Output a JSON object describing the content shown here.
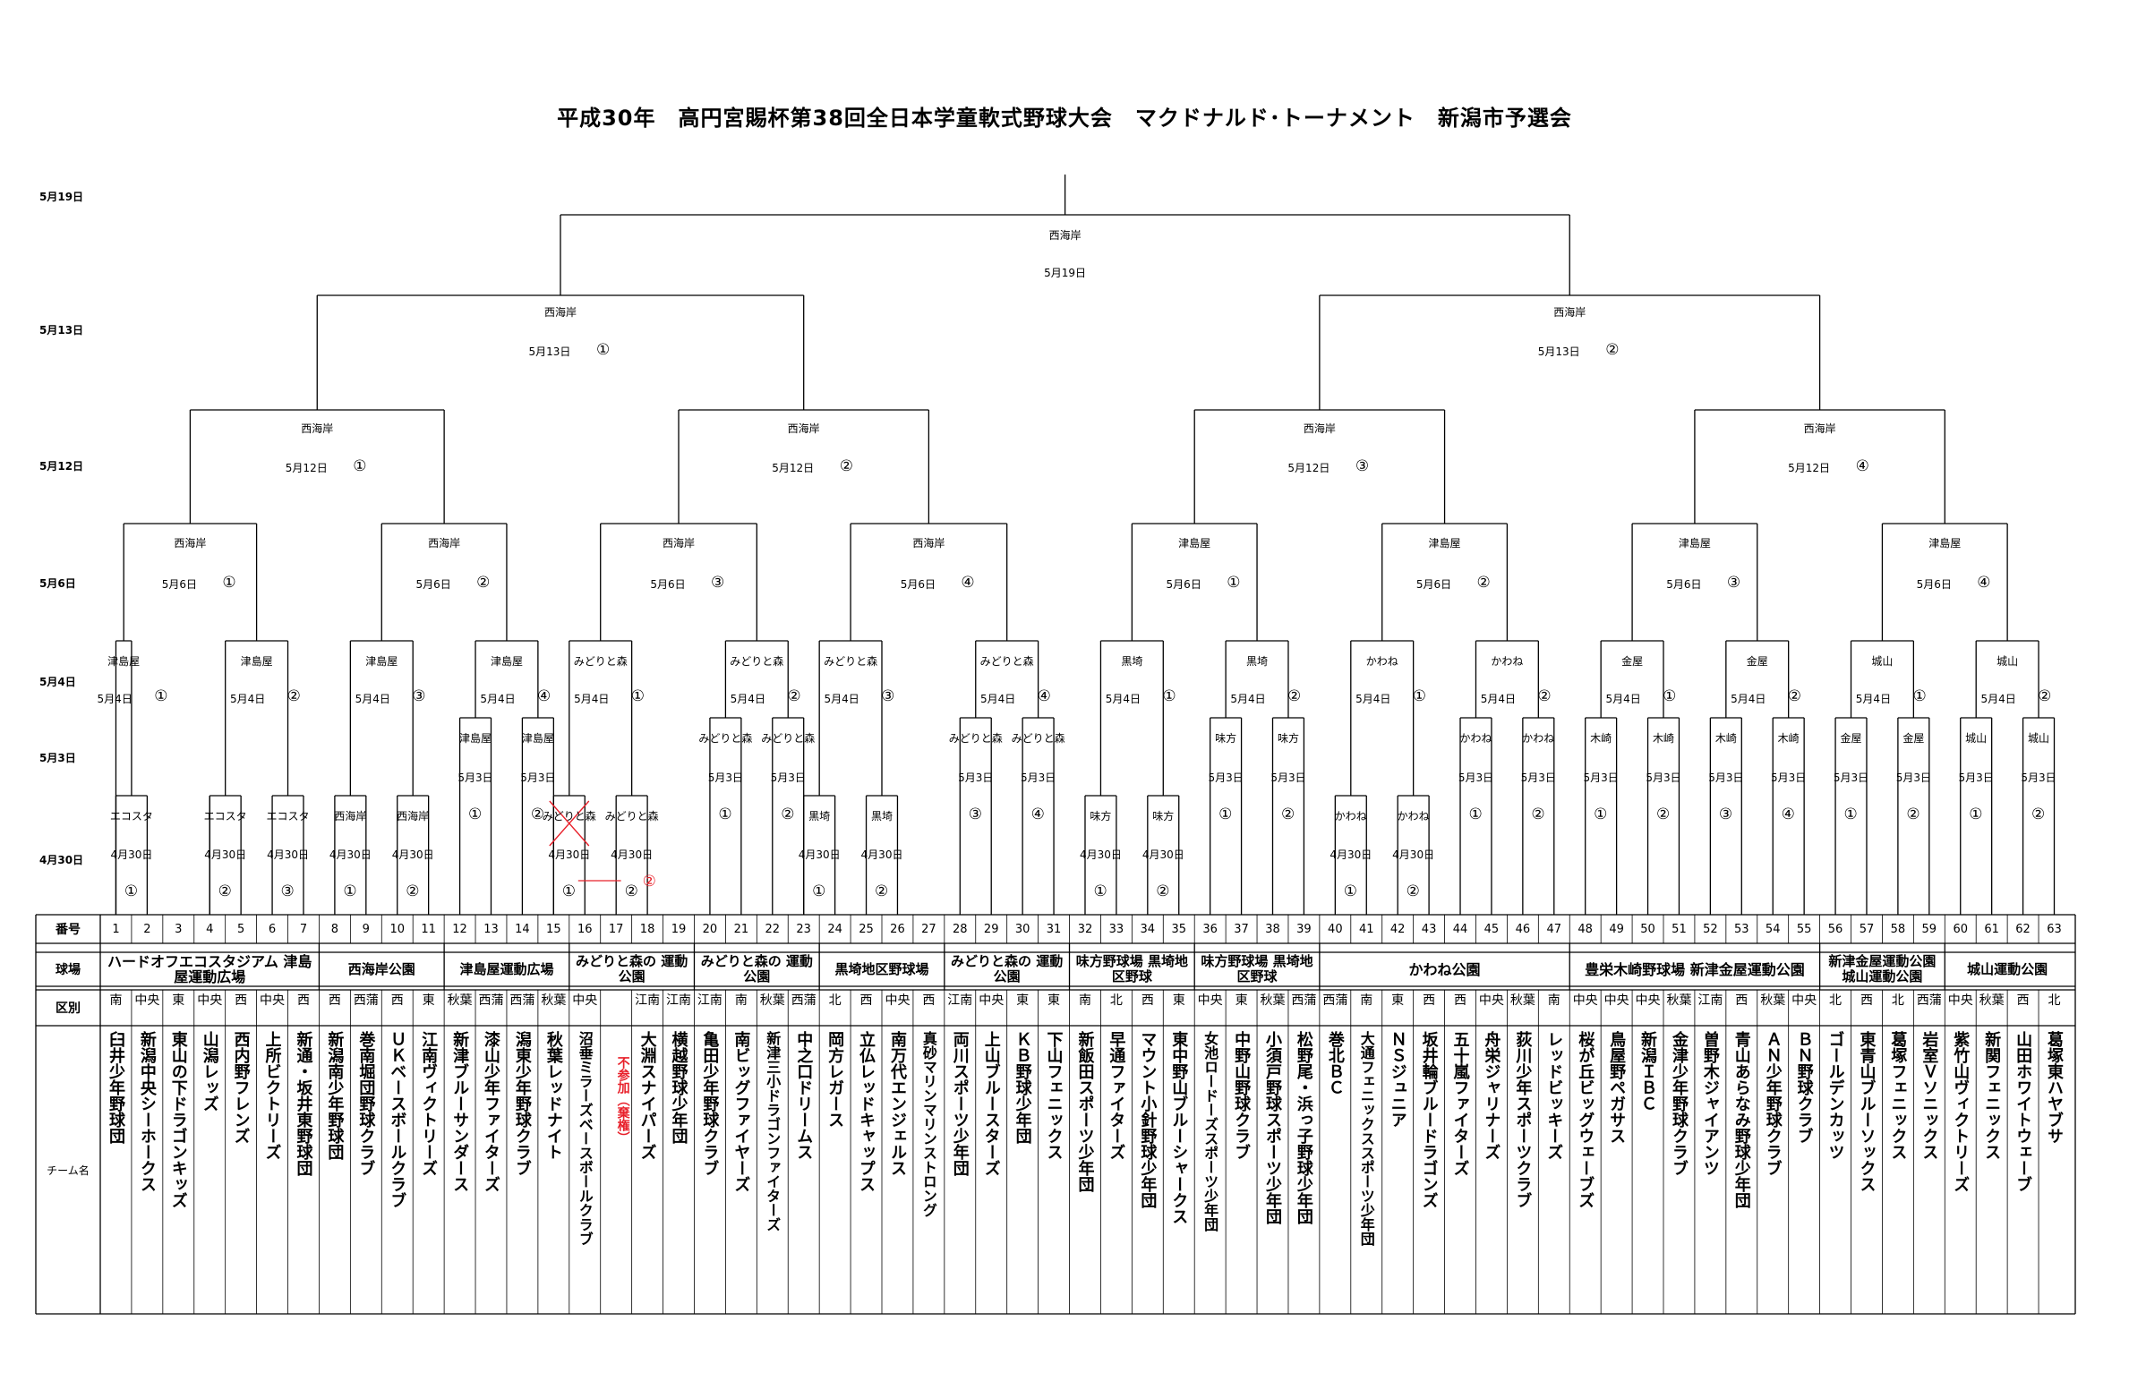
{
  "title": "平成30年　高円宮賜杯第38回全日本学童軟式野球大会　マクドナルド･トーナメント　新潟市予選会",
  "dates": [
    "5月19日",
    "5月13日",
    "5月12日",
    "5月6日",
    "5月4日",
    "5月3日",
    "4月30日"
  ],
  "row_headers": {
    "number": "番号",
    "venue": "球場",
    "district": "区別",
    "team": "チーム名"
  },
  "numbers": [
    "1",
    "2",
    "3",
    "4",
    "5",
    "6",
    "7",
    "8",
    "9",
    "10",
    "11",
    "12",
    "13",
    "14",
    "15",
    "16",
    "17",
    "18",
    "19",
    "20",
    "21",
    "22",
    "23",
    "24",
    "25",
    "26",
    "27",
    "28",
    "29",
    "30",
    "31",
    "32",
    "33",
    "34",
    "35",
    "36",
    "37",
    "38",
    "39",
    "40",
    "41",
    "42",
    "43",
    "44",
    "45",
    "46",
    "47",
    "48",
    "49",
    "50",
    "51",
    "52",
    "53",
    "54",
    "55",
    "56",
    "57",
    "58",
    "59",
    "60",
    "61",
    "62",
    "63"
  ],
  "venues": [
    {
      "span": 7,
      "name": "ハードオフエコスタジアム 津島屋運動広場"
    },
    {
      "span": 4,
      "name": "西海岸公園"
    },
    {
      "span": 4,
      "name": "津島屋運動広場"
    },
    {
      "span": 4,
      "name": "みどりと森の 運動公園"
    },
    {
      "span": 4,
      "name": "みどりと森の 運動公園"
    },
    {
      "span": 4,
      "name": "黒埼地区野球場"
    },
    {
      "span": 4,
      "name": "みどりと森の 運動公園"
    },
    {
      "span": 4,
      "name": "味方野球場 黒埼地区野球"
    },
    {
      "span": 4,
      "name": "味方野球場 黒埼地区野球"
    },
    {
      "span": 8,
      "name": "かわね公園"
    },
    {
      "span": 8,
      "name": "豊栄木崎野球場 新津金屋運動公園"
    },
    {
      "span": 4,
      "name": "新津金屋運動公園 城山運動公園"
    },
    {
      "span": 4,
      "name": "城山運動公園"
    }
  ],
  "districts": [
    "南",
    "中央",
    "東",
    "中央",
    "西",
    "中央",
    "西",
    "西",
    "西蒲",
    "西",
    "東",
    "秋葉",
    "西蒲",
    "西蒲",
    "秋葉",
    "中央",
    "",
    "江南",
    "江南",
    "江南",
    "南",
    "秋葉",
    "西蒲",
    "北",
    "西",
    "中央",
    "西",
    "江南",
    "中央",
    "東",
    "東",
    "南",
    "北",
    "西",
    "東",
    "中央",
    "東",
    "秋葉",
    "西蒲",
    "西蒲",
    "南",
    "東",
    "西",
    "西",
    "中央",
    "秋葉",
    "南",
    "中央",
    "中央",
    "中央",
    "秋葉",
    "江南",
    "西",
    "秋葉",
    "中央",
    "北",
    "西",
    "北",
    "西蒲",
    "中央",
    "秋葉",
    "西",
    "北"
  ],
  "teams": [
    "臼井少年野球団",
    "新潟中央シーホークス",
    "東山の下ドラゴンキッズ",
    "山潟レッズ",
    "西内野フレンズ",
    "上所ビクトリーズ",
    "新通・坂井東野球団",
    "新潟南少年野球団",
    "巻南堀団野球クラブ",
    "ＵＫベースボールクラブ",
    "江南ヴィクトリーズ",
    "新津ブルーサンダース",
    "漆山少年ファイターズ",
    "潟東少年野球クラブ",
    "秋葉レッドナイト",
    "沼垂ミラーズベースボールクラブ",
    "",
    "大淵スナイパーズ",
    "横越野球少年団",
    "亀田少年野球クラブ",
    "南ビッグファイヤーズ",
    "新津三小ドラゴンファイターズ",
    "中之口ドリームス",
    "岡方レガース",
    "立仏レッドキャップス",
    "南万代エンジェルス",
    "真砂マリンマリンストロング",
    "両川スポーツ少年団",
    "上山ブルースターズ",
    "ＫＢ野球少年団",
    "下山フェニックス",
    "新飯田スポーツ少年団",
    "早通ファイターズ",
    "マウント小針野球少年団",
    "東中野山ブルーシャークス",
    "女池ロードーズスポーツ少年団",
    "中野山野球クラブ",
    "小須戸野球スポーツ少年団",
    "松野尾・浜っ子野球少年団",
    "巻北ＢＣ",
    "大通フェニックススポーツ少年団",
    "ＮＳジュニア",
    "坂井輪ブルードラゴンズ",
    "五十嵐ファイターズ",
    "舟栄ジャリナーズ",
    "荻川少年スポーツクラブ",
    "レッドビッキーズ",
    "桜が丘ビッグウェーブズ",
    "鳥屋野ペガサス",
    "新潟ＩＢＣ",
    "金津少年野球クラブ",
    "曽野木ジャイアンツ",
    "青山あらなみ野球少年団",
    "ＡＮ少年野球クラブ",
    "ＢＮ野球クラブ",
    "ゴールデンカッツ",
    "東青山ブルーソックス",
    "葛塚フェニックス",
    "岩室Ｖソニックス",
    "紫竹山ヴィクトリーズ",
    "新関フェニックス",
    "山田ホワイトウェーブ",
    "葛塚東ハヤブサ"
  ],
  "withdrawn_note": "不参加（棄権）",
  "bracket": {
    "final": {
      "venue": "西海岸",
      "date": "5月19日"
    },
    "semifinal": [
      {
        "venue": "西海岸",
        "date": "5月13日",
        "no": "①"
      },
      {
        "venue": "西海岸",
        "date": "5月13日",
        "no": "②"
      }
    ],
    "quarterfinal": [
      {
        "venue": "西海岸",
        "date": "5月12日",
        "no": "①"
      },
      {
        "venue": "西海岸",
        "date": "5月12日",
        "no": "②"
      },
      {
        "venue": "西海岸",
        "date": "5月12日",
        "no": "③"
      },
      {
        "venue": "西海岸",
        "date": "5月12日",
        "no": "④"
      }
    ],
    "round16": [
      {
        "venue": "西海岸",
        "date": "5月6日",
        "no": "①"
      },
      {
        "venue": "西海岸",
        "date": "5月6日",
        "no": "②"
      },
      {
        "venue": "西海岸",
        "date": "5月6日",
        "no": "③"
      },
      {
        "venue": "西海岸",
        "date": "5月6日",
        "no": "④"
      },
      {
        "venue": "津島屋",
        "date": "5月6日",
        "no": "①"
      },
      {
        "venue": "津島屋",
        "date": "5月6日",
        "no": "②"
      },
      {
        "venue": "津島屋",
        "date": "5月6日",
        "no": "③"
      },
      {
        "venue": "津島屋",
        "date": "5月6日",
        "no": "④"
      }
    ],
    "round32": [
      {
        "venue": "津島屋",
        "date": "5月4日",
        "no": "①"
      },
      {
        "venue": "津島屋",
        "date": "5月4日",
        "no": "②"
      },
      {
        "venue": "津島屋",
        "date": "5月4日",
        "no": "③"
      },
      {
        "venue": "津島屋",
        "date": "5月4日",
        "no": "④"
      },
      {
        "venue": "みどりと森",
        "date": "5月4日",
        "no": "①"
      },
      {
        "venue": "みどりと森",
        "date": "5月4日",
        "no": "②"
      },
      {
        "venue": "みどりと森",
        "date": "5月4日",
        "no": "③"
      },
      {
        "venue": "みどりと森",
        "date": "5月4日",
        "no": "④"
      },
      {
        "venue": "黒埼",
        "date": "5月4日",
        "no": "①"
      },
      {
        "venue": "黒埼",
        "date": "5月4日",
        "no": "②"
      },
      {
        "venue": "かわね",
        "date": "5月4日",
        "no": "①"
      },
      {
        "venue": "かわね",
        "date": "5月4日",
        "no": "②"
      },
      {
        "venue": "金屋",
        "date": "5月4日",
        "no": "①"
      },
      {
        "venue": "金屋",
        "date": "5月4日",
        "no": "②"
      },
      {
        "venue": "城山",
        "date": "5月4日",
        "no": "①"
      },
      {
        "venue": "城山",
        "date": "5月4日",
        "no": "②"
      }
    ],
    "may3": [
      {
        "venue": "津島屋",
        "date": "5月3日",
        "no": "①"
      },
      {
        "venue": "津島屋",
        "date": "5月3日",
        "no": "②"
      },
      {
        "venue": "みどりと森",
        "date": "5月3日",
        "no": "①"
      },
      {
        "venue": "みどりと森",
        "date": "5月3日",
        "no": "②"
      },
      {
        "venue": "みどりと森",
        "date": "5月3日",
        "no": "③"
      },
      {
        "venue": "みどりと森",
        "date": "5月3日",
        "no": "④"
      },
      {
        "venue": "味方",
        "date": "5月3日",
        "no": "①"
      },
      {
        "venue": "味方",
        "date": "5月3日",
        "no": "②"
      },
      {
        "venue": "かわね",
        "date": "5月3日",
        "no": "①"
      },
      {
        "venue": "かわね",
        "date": "5月3日",
        "no": "②"
      },
      {
        "venue": "木崎",
        "date": "5月3日",
        "no": "①"
      },
      {
        "venue": "木崎",
        "date": "5月3日",
        "no": "②"
      },
      {
        "venue": "木崎",
        "date": "5月3日",
        "no": "③"
      },
      {
        "venue": "木崎",
        "date": "5月3日",
        "no": "④"
      },
      {
        "venue": "金屋",
        "date": "5月3日",
        "no": "①"
      },
      {
        "venue": "金屋",
        "date": "5月3日",
        "no": "②"
      },
      {
        "venue": "城山",
        "date": "5月3日",
        "no": "①"
      },
      {
        "venue": "城山",
        "date": "5月3日",
        "no": "②"
      }
    ],
    "apr30": [
      {
        "venue": "エコスタ",
        "date": "4月30日",
        "no": "①"
      },
      {
        "venue": "エコスタ",
        "date": "4月30日",
        "no": "②"
      },
      {
        "venue": "エコスタ",
        "date": "4月30日",
        "no": "③"
      },
      {
        "venue": "西海岸",
        "date": "4月30日",
        "no": "①"
      },
      {
        "venue": "西海岸",
        "date": "4月30日",
        "no": "②"
      },
      {
        "venue": "みどりと森",
        "date": "4月30日",
        "no": "①"
      },
      {
        "venue": "みどりと森",
        "date": "4月30日",
        "no": "②"
      },
      {
        "venue": "黒埼",
        "date": "4月30日",
        "no": "①"
      },
      {
        "venue": "黒埼",
        "date": "4月30日",
        "no": "②"
      },
      {
        "venue": "味方",
        "date": "4月30日",
        "no": "①"
      },
      {
        "venue": "味方",
        "date": "4月30日",
        "no": "②"
      },
      {
        "venue": "かわね",
        "date": "4月30日",
        "no": "①"
      },
      {
        "venue": "かわね",
        "date": "4月30日",
        "no": "②"
      }
    ]
  },
  "colors": {
    "line": "#000000",
    "annotation": "#e8202a"
  }
}
